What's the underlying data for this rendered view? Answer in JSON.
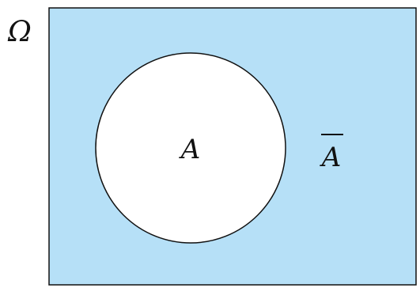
{
  "diagram": {
    "universe_label": "Ω",
    "set_label": "A",
    "complement_label": "A",
    "colors": {
      "universe_fill": "#b6e0f7",
      "set_fill": "#ffffff",
      "stroke": "#111111"
    }
  }
}
